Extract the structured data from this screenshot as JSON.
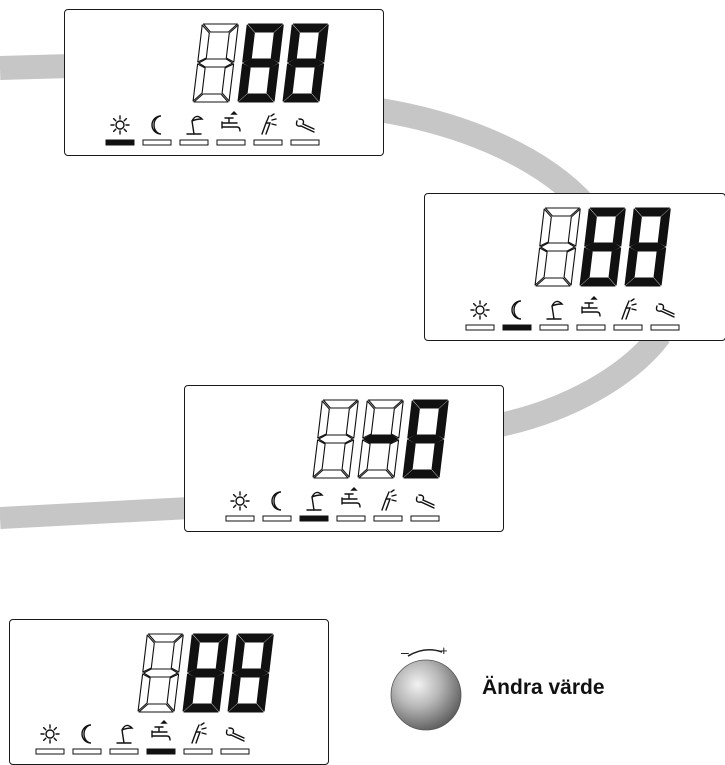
{
  "colors": {
    "ribbon": "#c6c6c6",
    "segment_on": "#111111",
    "border": "#1a1a1a",
    "knob": "#9a9a9a"
  },
  "mode_icons": [
    "sun-icon",
    "moon-icon",
    "vacation-icon",
    "hot-water-icon",
    "service-icon",
    "wrench-icon"
  ],
  "panels": [
    {
      "name": "display-panel-1",
      "active_mode": 0,
      "active_digits": [
        1,
        2
      ],
      "bold_segments": []
    },
    {
      "name": "display-panel-2",
      "active_mode": 1,
      "active_digits": [
        1,
        2
      ],
      "bold_segments": []
    },
    {
      "name": "display-panel-3",
      "active_mode": 2,
      "active_digits": [
        2
      ],
      "bold_segments": [
        [
          1,
          "g"
        ]
      ]
    },
    {
      "name": "display-panel-4",
      "active_mode": 3,
      "active_digits": [
        1,
        2
      ],
      "bold_segments": []
    }
  ],
  "knob": {
    "minus": "–",
    "plus": "+",
    "label": "Ändra värde"
  }
}
